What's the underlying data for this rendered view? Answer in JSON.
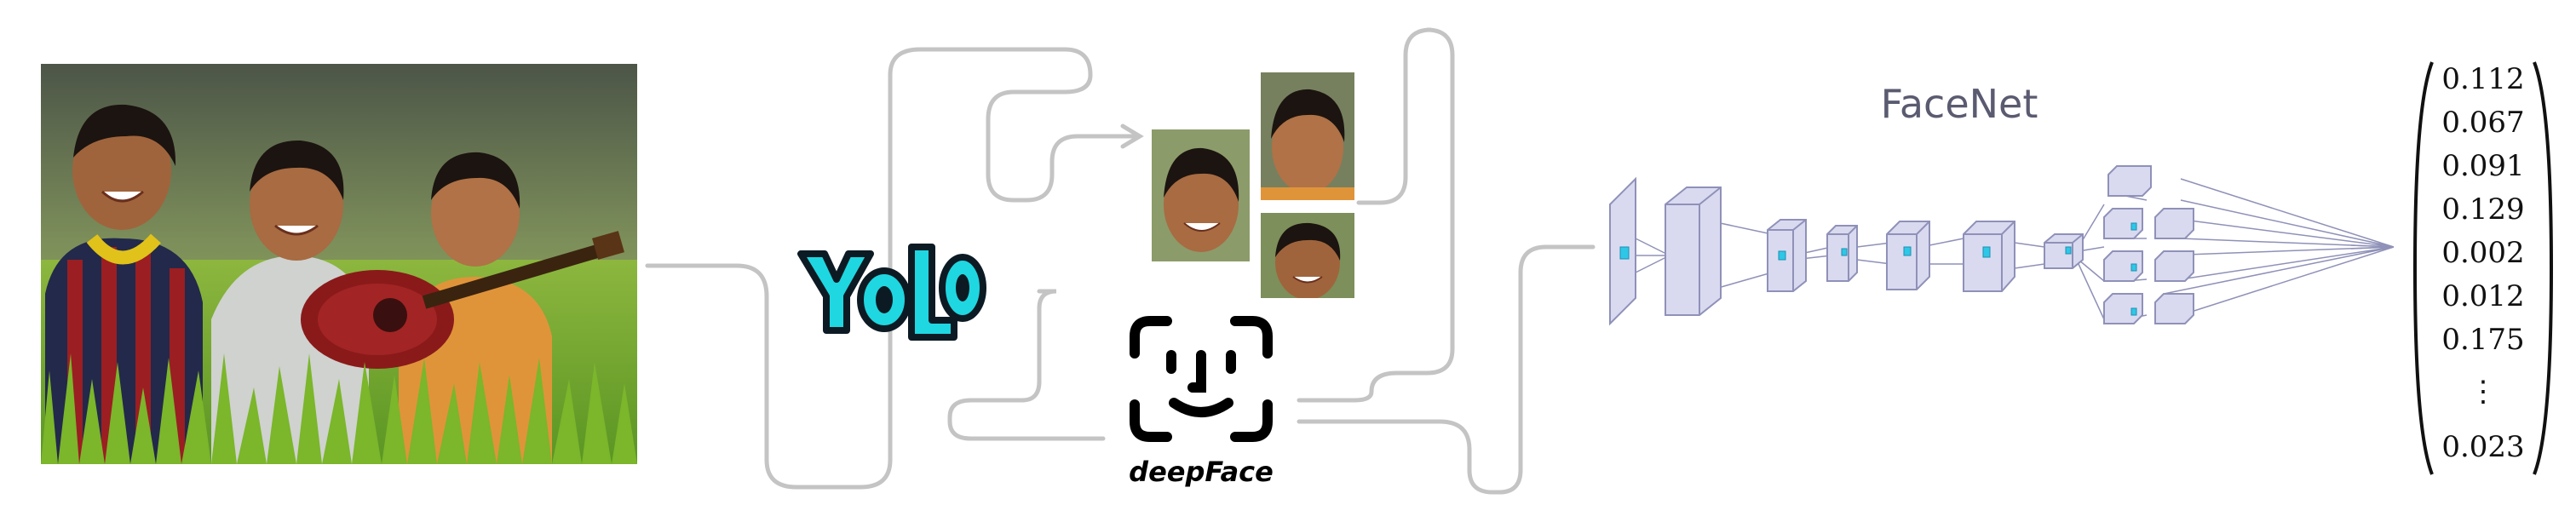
{
  "diagram": {
    "models": {
      "detector": "YOLO",
      "face_recognizer": "deepFace",
      "embedding_net_title": "FaceNet"
    },
    "embedding_vector": [
      "0.112",
      "0.067",
      "0.091",
      "0.129",
      "0.002",
      "0.012",
      "0.175",
      "⋮",
      "0.023"
    ],
    "colors": {
      "connector": "#c4c4c4",
      "yolo_fill": "#1fd7e0",
      "yolo_outline": "#0c1a24",
      "net_block": "#d9daf0",
      "net_block_edge": "#8f91b8",
      "net_highlight": "#2ec7e8",
      "text_title": "#5a5a70"
    },
    "icons": [
      "photo-kids-guitar",
      "face-crop-1",
      "face-crop-2",
      "face-crop-3",
      "yolo-logo",
      "deepface-logo",
      "facenet-architecture"
    ]
  }
}
